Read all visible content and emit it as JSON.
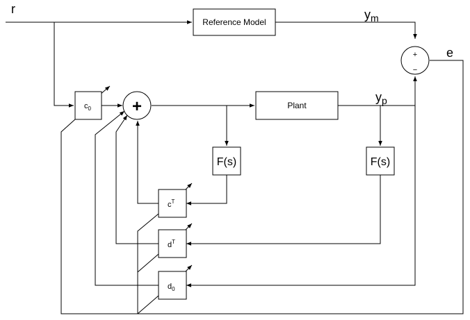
{
  "signals": {
    "r": "r",
    "ym": "y",
    "ym_sub": "m",
    "yp": "y",
    "yp_sub": "p",
    "e": "e"
  },
  "blocks": {
    "reference_model": "Reference Model",
    "plant": "Plant",
    "filter_top": "F(s)",
    "filter_right": "F(s)",
    "c0": "c",
    "c0_sub": "0",
    "cT": "c",
    "cT_sup": "T",
    "dT": "d",
    "dT_sup": "T",
    "d0": "d",
    "d0_sub": "0"
  },
  "summing": {
    "main_sign": "+",
    "error_plus": "+",
    "error_minus": "−"
  }
}
